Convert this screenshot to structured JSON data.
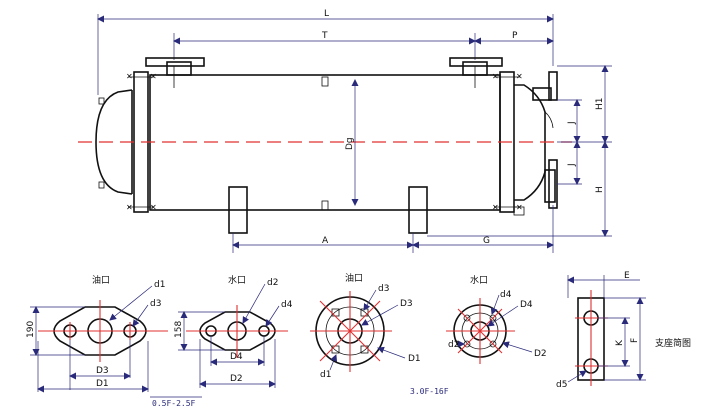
{
  "main_view": {
    "dims": {
      "L": "L",
      "T": "T",
      "P": "P",
      "H1": "H1",
      "H": "H",
      "J_top": "J",
      "J_bot": "J",
      "Dg": "Dg",
      "A": "A",
      "G": "G"
    }
  },
  "oil_flange_rect": {
    "title": "油口",
    "d1": "d1",
    "d3": "d3",
    "D3": "D3",
    "D1": "D1",
    "h": "190"
  },
  "water_flange_rect": {
    "title": "水口",
    "d2": "d2",
    "d4": "d4",
    "D4": "D4",
    "D2": "D2",
    "h": "158"
  },
  "range_note_1": "0.5F-2.5F",
  "oil_flange_round": {
    "title": "油口",
    "d3": "d3",
    "D3": "D3",
    "D1": "D1",
    "d1": "d1"
  },
  "water_flange_round": {
    "title": "水口",
    "d4": "d4",
    "D4": "D4",
    "d2": "d2",
    "D2": "D2"
  },
  "range_note_2": "3.0F-16F",
  "support": {
    "E": "E",
    "F": "F",
    "K": "K",
    "d5": "d5",
    "title": "支座简图"
  }
}
